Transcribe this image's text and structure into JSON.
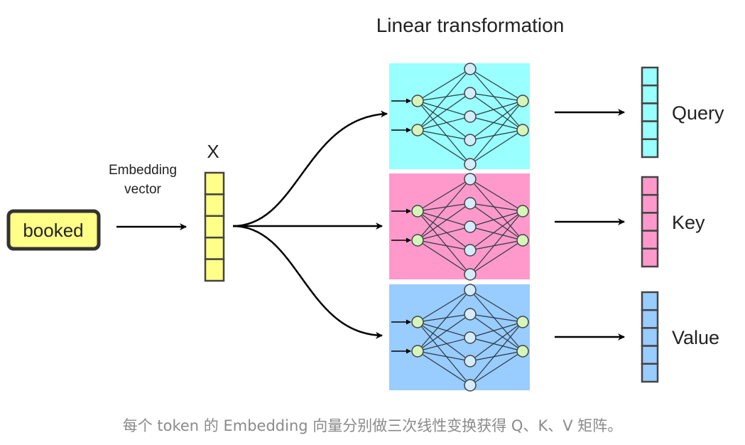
{
  "title": "Linear transformation",
  "input": {
    "token": "booked",
    "label_line1": "Embedding",
    "label_line2": "vector",
    "vector_name": "X",
    "vector_cells": 5,
    "color": "#ffff88"
  },
  "branches": [
    {
      "name": "Query",
      "bg": "#99ffff",
      "vec": "#99ffff"
    },
    {
      "name": "Key",
      "bg": "#ff99cc",
      "vec": "#ff99cc"
    },
    {
      "name": "Value",
      "bg": "#99ccff",
      "vec": "#99ccff"
    }
  ],
  "network": {
    "inputs": 2,
    "hidden": 5,
    "outputs": 2,
    "io_color": "#d5f5bb",
    "hidden_color": "#d4ecfb"
  },
  "caption": "每个 token 的 Embedding 向量分别做三次线性变换获得 Q、K、V 矩阵。"
}
